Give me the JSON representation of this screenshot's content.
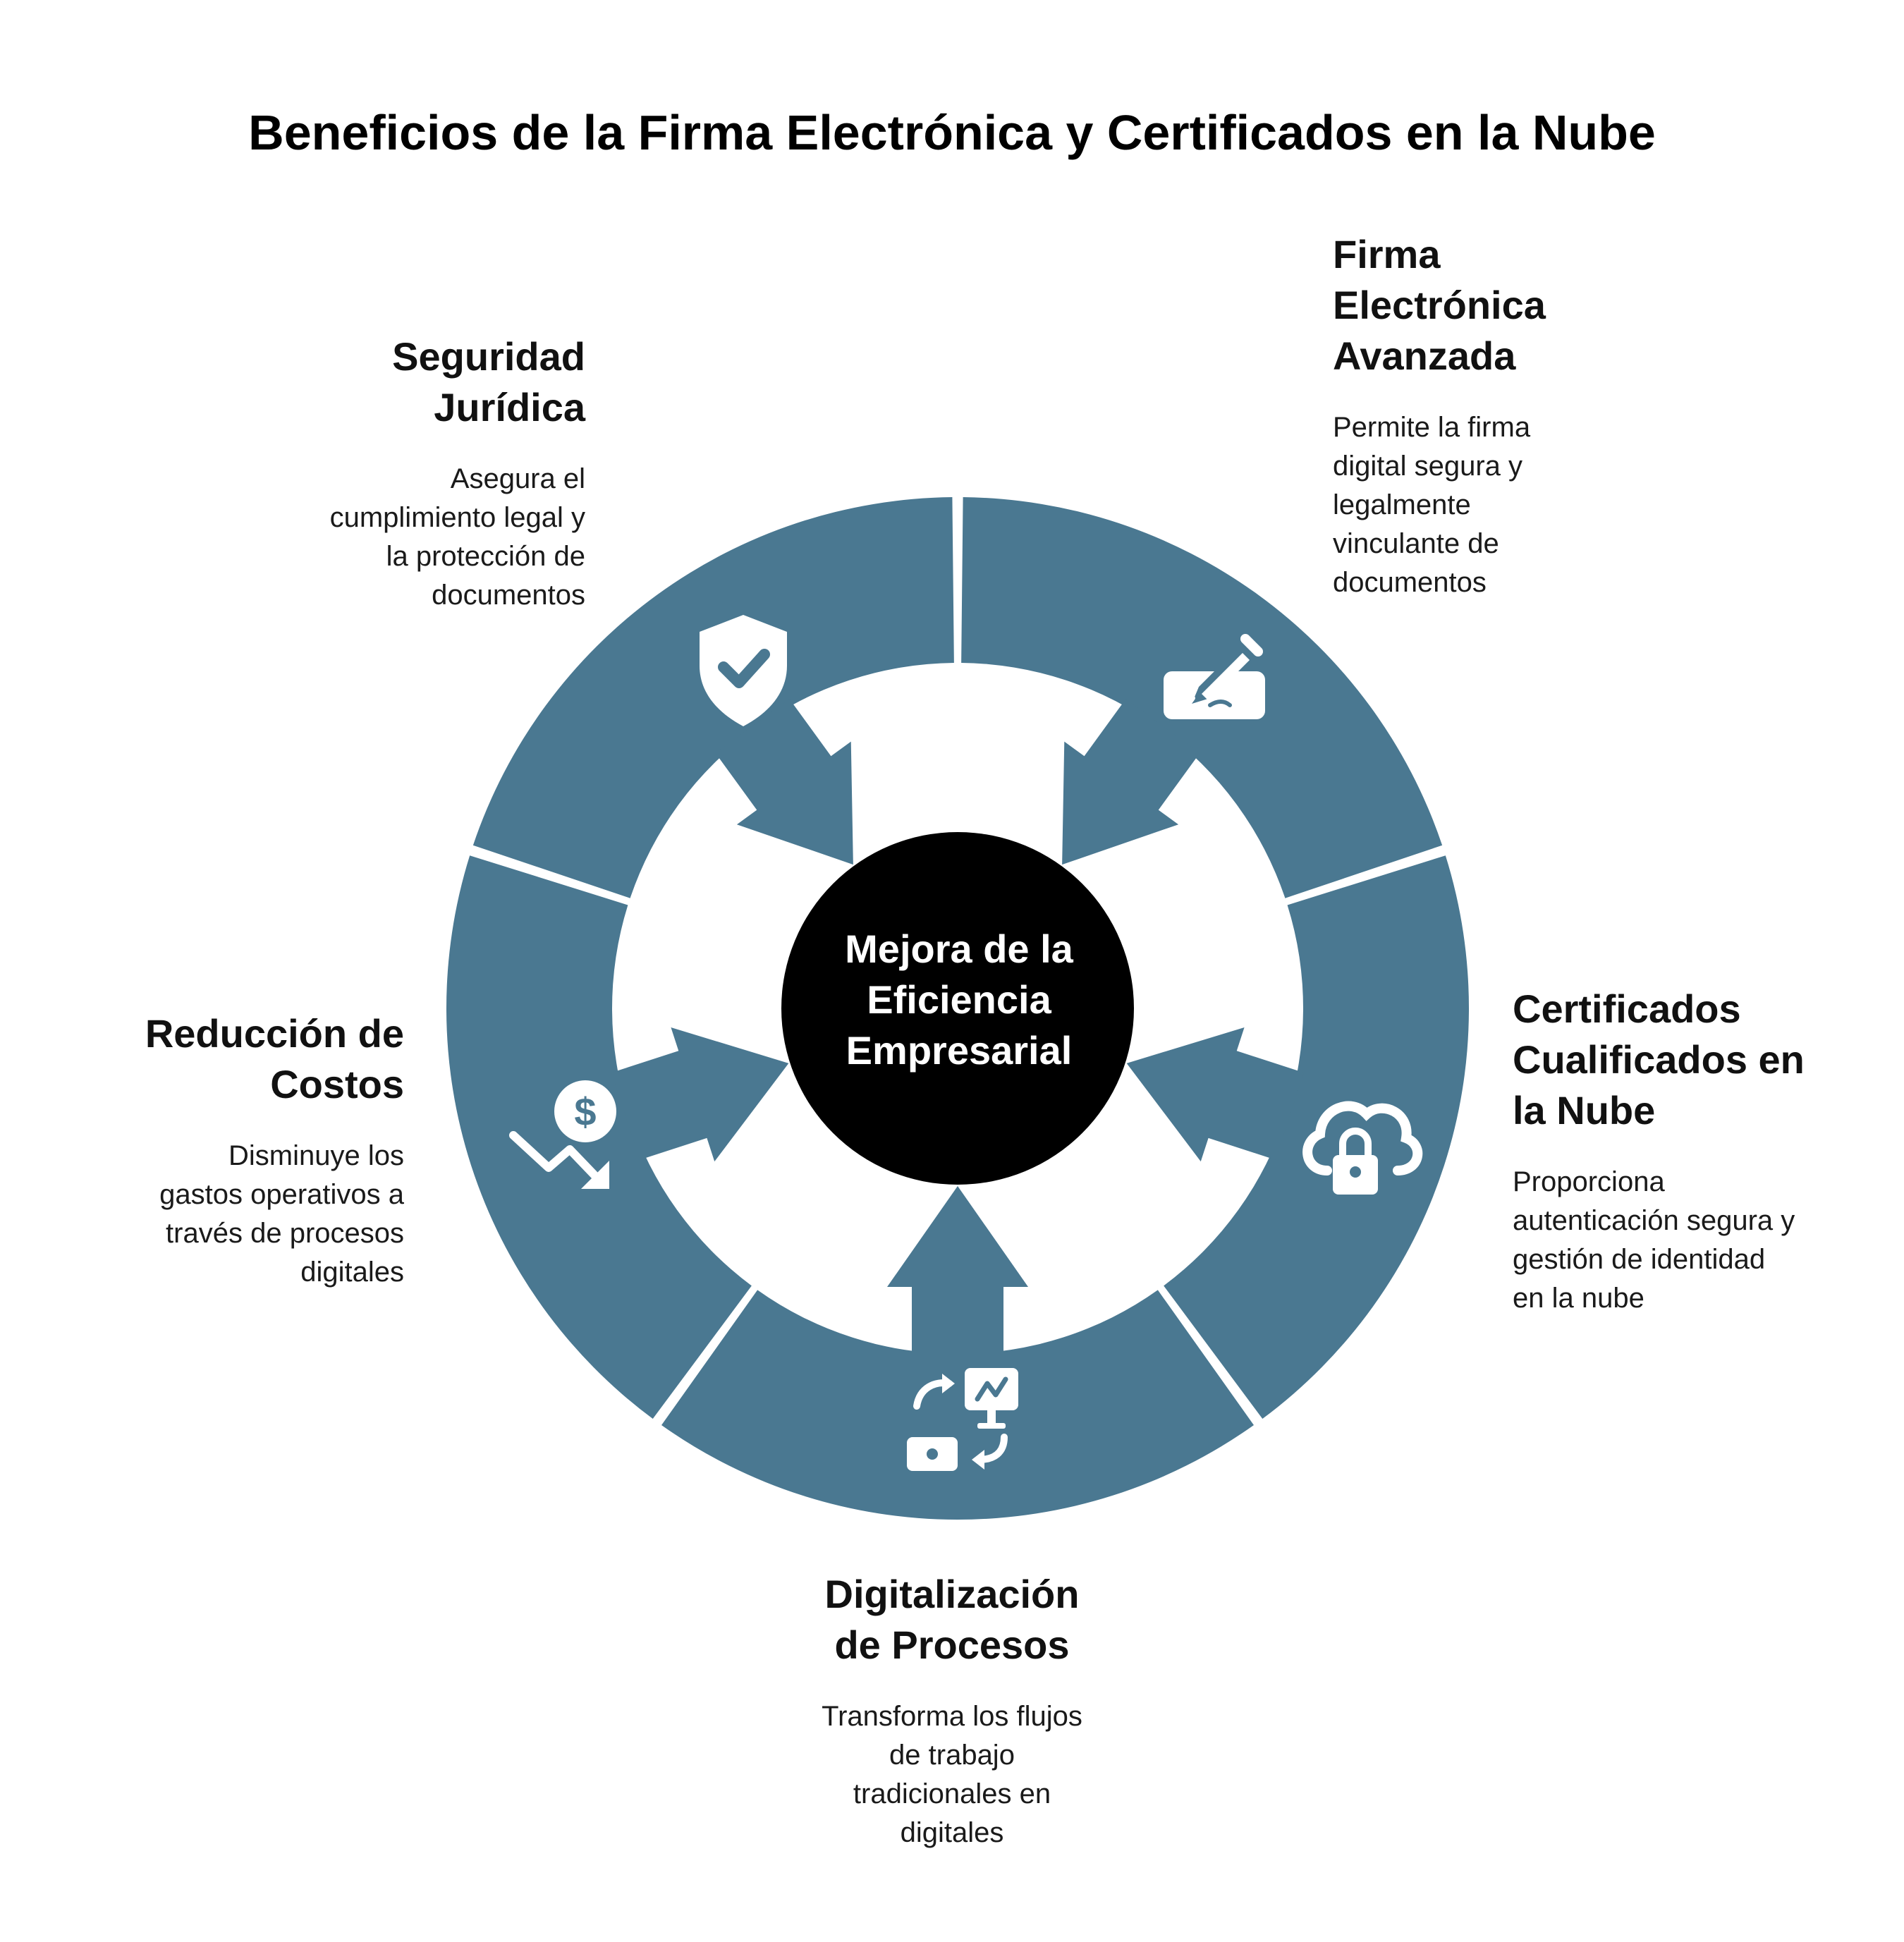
{
  "title": "Beneficios de la Firma Electrónica y Certificados en la Nube",
  "center": {
    "line1": "Mejora de la",
    "line2": "Eficiencia",
    "line3": "Empresarial"
  },
  "colors": {
    "segment": "#4a7891",
    "center": "#000000",
    "background": "#ffffff"
  },
  "nodes": [
    {
      "id": "seguridad",
      "icon": "shield-check-icon",
      "title": [
        "Seguridad",
        "Jurídica"
      ],
      "desc": [
        "Asegura el",
        "cumplimiento legal y",
        "la protección de",
        "documentos"
      ]
    },
    {
      "id": "firma",
      "icon": "signature-pen-icon",
      "title": [
        "Firma",
        "Electrónica",
        "Avanzada"
      ],
      "desc": [
        "Permite la firma",
        "digital segura y",
        "legalmente",
        "vinculante de",
        "documentos"
      ]
    },
    {
      "id": "certificados",
      "icon": "cloud-lock-icon",
      "title": [
        "Certificados",
        "Cualificados en",
        "la Nube"
      ],
      "desc": [
        "Proporciona",
        "autenticación segura y",
        "gestión de identidad",
        "en la nube"
      ]
    },
    {
      "id": "digitalizacion",
      "icon": "digital-transform-icon",
      "title": [
        "Digitalización",
        "de Procesos"
      ],
      "desc": [
        "Transforma los flujos",
        "de trabajo",
        "tradicionales en",
        "digitales"
      ]
    },
    {
      "id": "reduccion",
      "icon": "dollar-decrease-icon",
      "title": [
        "Reducción de",
        "Costos"
      ],
      "desc": [
        "Disminuye los",
        "gastos operativos a",
        "través de procesos",
        "digitales"
      ]
    }
  ]
}
